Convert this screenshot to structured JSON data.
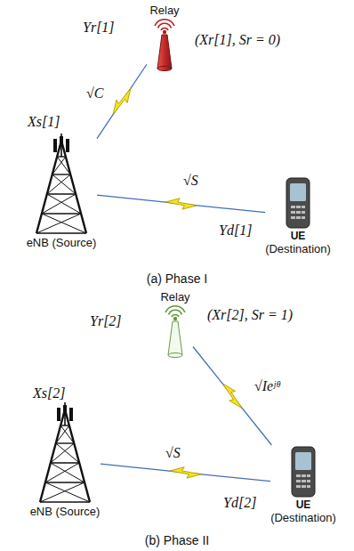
{
  "diagram": {
    "nodes": [
      {
        "text": [
          "Relay"
        ]
      },
      {
        "text": [
          "eNB (Source)"
        ]
      },
      {
        "text": [
          "UE",
          "(Destination)"
        ]
      },
      {
        "text": [
          "Relay"
        ]
      },
      {
        "text": [
          "eNB (Source)"
        ]
      },
      {
        "text": [
          "UE",
          "(Destination)"
        ]
      }
    ],
    "edges": [
      {
        "from": 1,
        "to": 0,
        "arrow": "none",
        "label": "√C"
      },
      {
        "from": 1,
        "to": 2,
        "arrow": "none",
        "label": "√S"
      },
      {
        "from": 3,
        "to": 5,
        "arrow": "none",
        "label": "√Ieʲᶿ"
      },
      {
        "from": 4,
        "to": 5,
        "arrow": "none",
        "label": "√S"
      }
    ],
    "labels": [
      "Yr[1]",
      "(Xr[1], Sr = 0)",
      "Xs[1]",
      "Yd[1]",
      "(a) Phase I",
      "Yr[2]",
      "(Xr[2], Sr = 1)",
      "Xs[2]",
      "Yd[2]",
      "(b) Phase II"
    ]
  }
}
